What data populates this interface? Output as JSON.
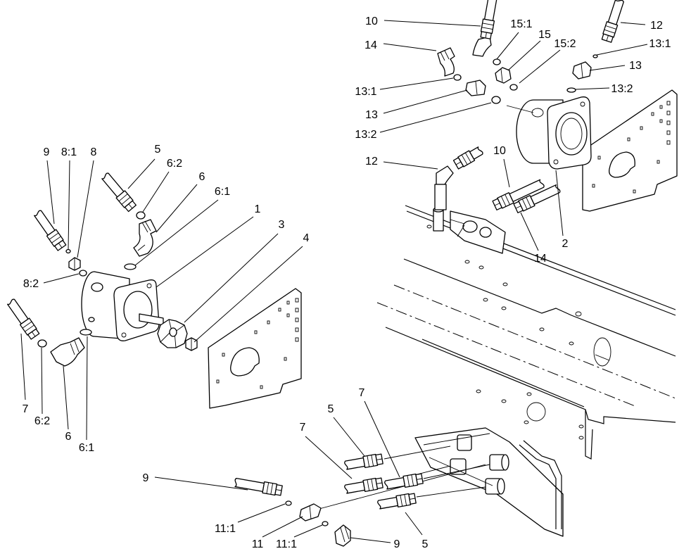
{
  "callouts": {
    "top_right": [
      "10",
      "15:1",
      "12",
      "14",
      "15",
      "15:2",
      "13:1",
      "13",
      "13:1",
      "13:2",
      "13",
      "13:2",
      "12",
      "10",
      "2",
      "14"
    ],
    "left": [
      "9",
      "8:1",
      "8",
      "5",
      "6:2",
      "6",
      "6:1",
      "1",
      "3",
      "4",
      "8:2",
      "7",
      "6:2",
      "6",
      "6:1"
    ],
    "bottom": [
      "7",
      "5",
      "7",
      "9",
      "11:1",
      "11",
      "11:1",
      "9",
      "5"
    ]
  }
}
